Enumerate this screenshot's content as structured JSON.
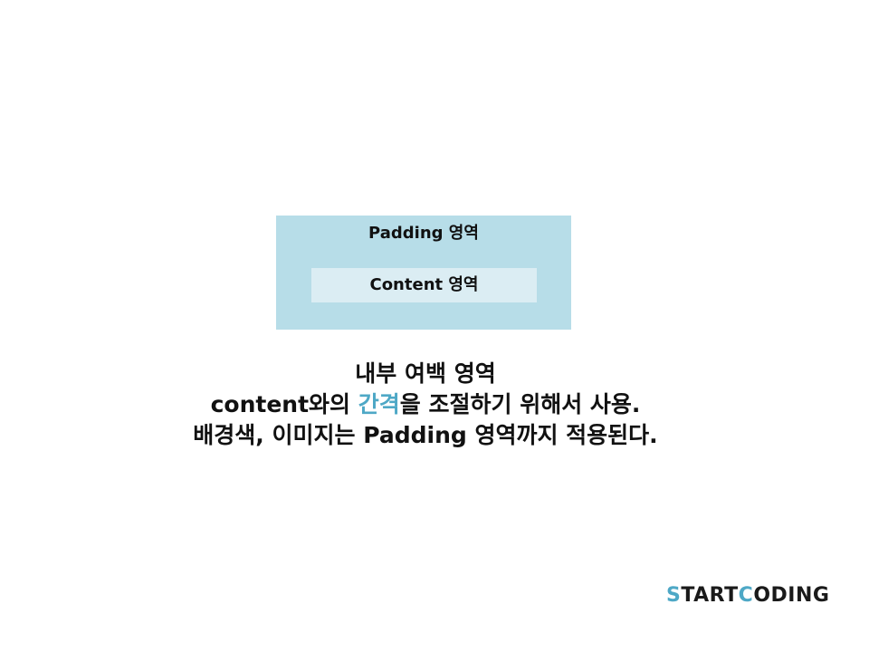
{
  "diagram": {
    "padding_label": "Padding 영역",
    "content_label": "Content 영역"
  },
  "description": {
    "line1": "내부 여백 영역",
    "line2_prefix": "content와의 ",
    "line2_highlight": "간격",
    "line2_suffix": "을 조절하기 위해서 사용.",
    "line3": "배경색, 이미지는 Padding 영역까지 적용된다."
  },
  "logo": {
    "part1_accent": "S",
    "part2": "TART",
    "part3_accent": "C",
    "part4": "ODING"
  },
  "colors": {
    "padding_bg": "#b7dde8",
    "content_bg": "#dbedf3",
    "accent": "#4ea8c6",
    "text": "#111111"
  }
}
